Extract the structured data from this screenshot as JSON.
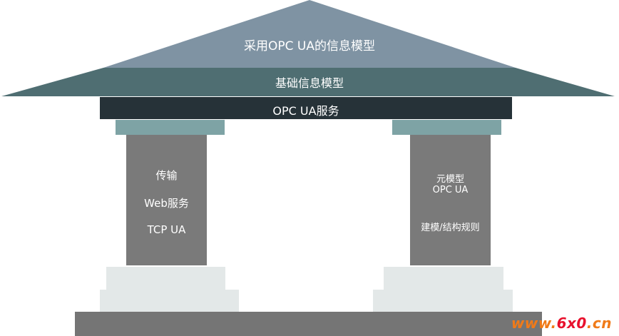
{
  "roof": {
    "top_label": "采用OPC UA的信息模型",
    "middle_label": "基础信息模型",
    "beam_label": "OPC UA服务"
  },
  "left_pillar": {
    "lines": [
      "传输",
      "Web服务",
      "TCP UA"
    ]
  },
  "right_pillar": {
    "lines": [
      "元模型",
      "OPC UA",
      "建模/结构规则"
    ]
  },
  "watermark": {
    "prefix": "www.",
    "highlight": "6x0",
    "suffix": ".cn"
  },
  "colors": {
    "roof_top": "#7f93a3",
    "roof_band": "#4f6e72",
    "beam": "#263238",
    "capital": "#7ea3a5",
    "pillar": "#7a7a7a",
    "base_step": "#e3e8e8",
    "floor": "#757575",
    "watermark_orange": "#f07a18",
    "watermark_red": "#e8112d"
  }
}
